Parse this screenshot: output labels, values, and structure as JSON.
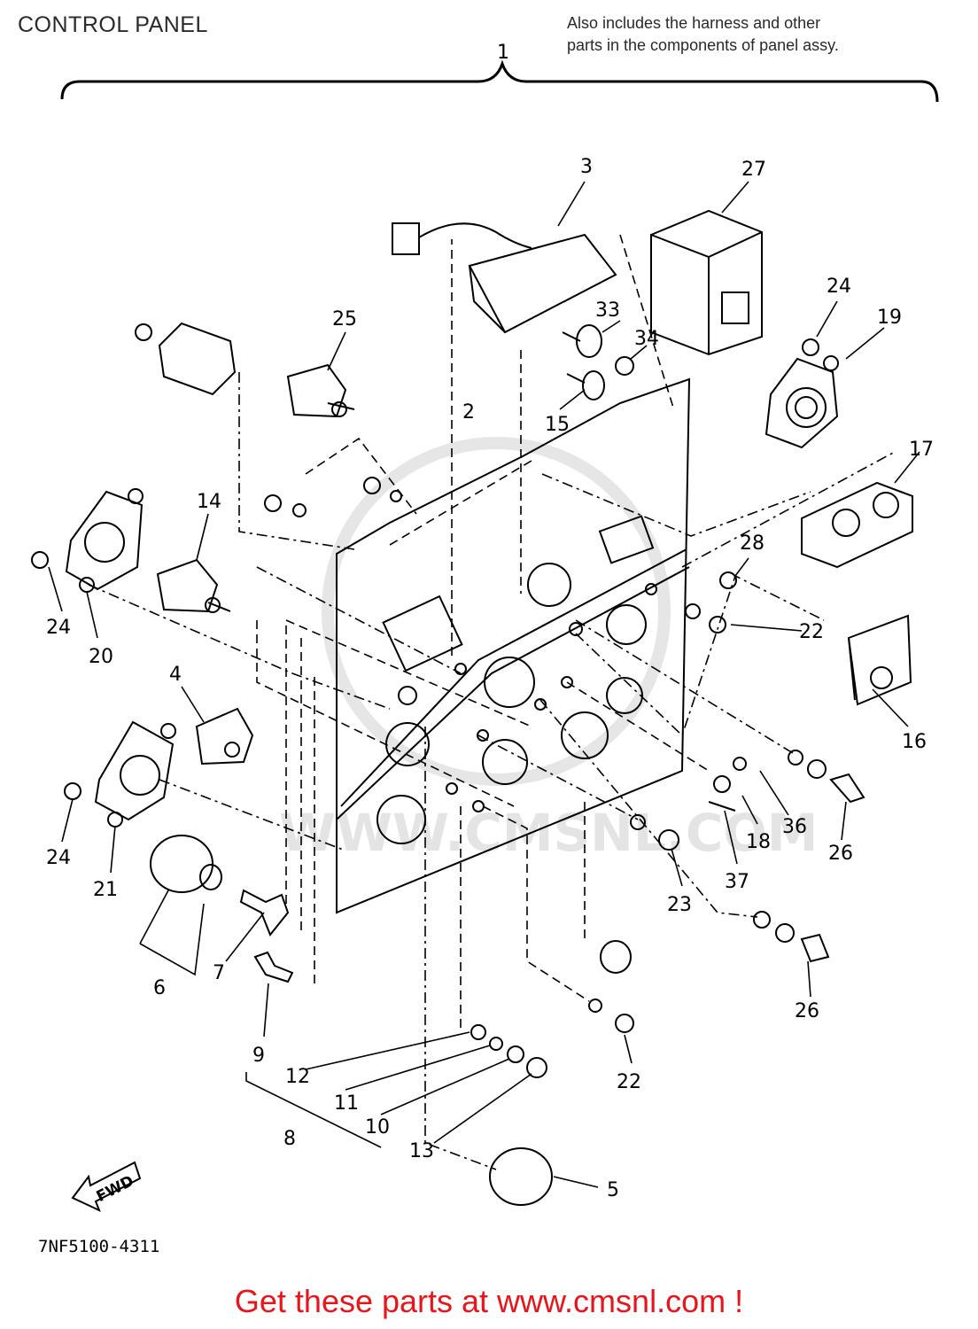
{
  "header": {
    "title": "CONTROL PANEL",
    "note_line1": "Also includes the harness and other",
    "note_line2": "parts in the components of panel assy."
  },
  "diagram": {
    "assembly_label": "1",
    "part_labels": [
      "2",
      "3",
      "27",
      "33",
      "34",
      "15",
      "25",
      "24",
      "19",
      "17",
      "14",
      "28",
      "22",
      "16",
      "20",
      "4",
      "36",
      "26",
      "18",
      "37",
      "21",
      "23",
      "6",
      "7",
      "9",
      "12",
      "11",
      "10",
      "8",
      "13",
      "5"
    ],
    "duplicate_labels": [
      "24",
      "24",
      "22",
      "26"
    ],
    "fwd_label": "FWD",
    "drawing_code": "7NF5100-4311",
    "watermark": "WWW.CMSNL.COM"
  },
  "footer": {
    "text": "Get these parts at www.cmsnl.com !",
    "color": "#e8151b"
  }
}
